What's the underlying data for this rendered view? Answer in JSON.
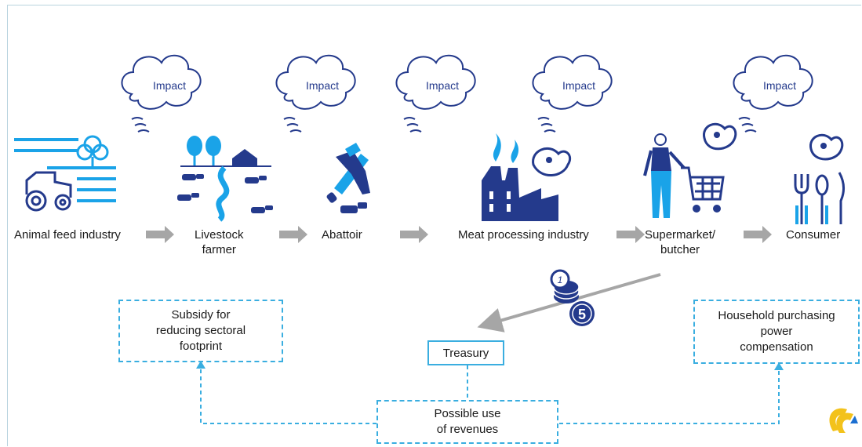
{
  "clouds": [
    {
      "label": "Impact"
    },
    {
      "label": "Impact"
    },
    {
      "label": "Impact"
    },
    {
      "label": "Impact"
    },
    {
      "label": "Impact"
    }
  ],
  "stages": [
    {
      "label": "Animal feed industry"
    },
    {
      "label": "Livestock\nfarmer"
    },
    {
      "label": "Abattoir"
    },
    {
      "label": "Meat processing industry"
    },
    {
      "label": "Supermarket/\nbutcher"
    },
    {
      "label": "Consumer"
    }
  ],
  "coins": [
    "1",
    "5"
  ],
  "boxes": {
    "subsidy": "Subsidy for\nreducing sectoral\nfootprint",
    "treasury": "Treasury",
    "household": "Household purchasing\npower\ncompensation",
    "revenues": "Possible use\nof revenues"
  },
  "colors": {
    "navy": "#243a8c",
    "blue": "#1aa3e8",
    "dash": "#3aaee0",
    "arrow": "#a6a6a6",
    "logo_gold": "#f3c21b",
    "logo_blue": "#1c6fd1"
  }
}
